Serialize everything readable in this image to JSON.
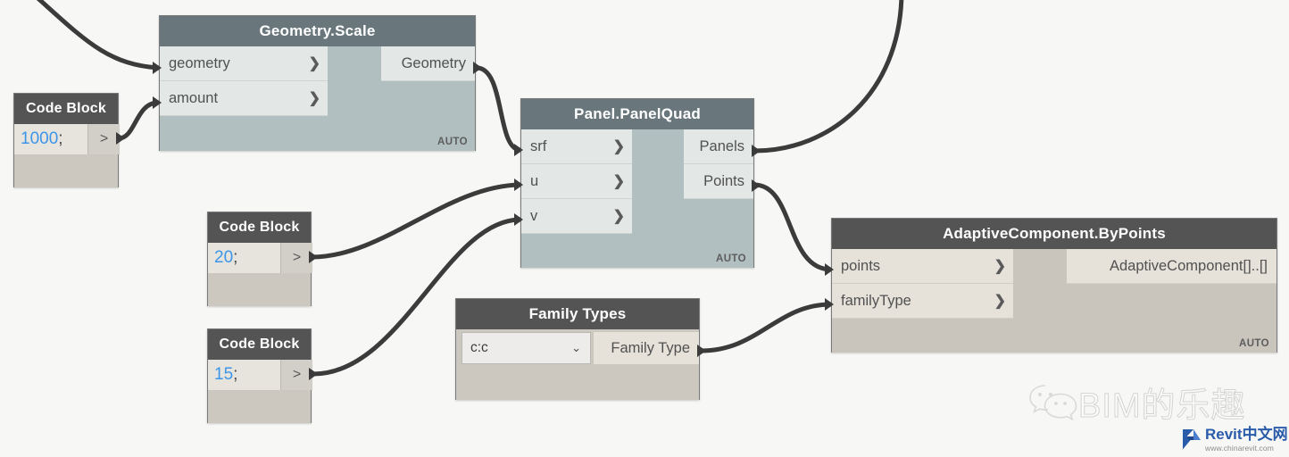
{
  "canvas": {
    "background_color": "#f7f7f5",
    "wire_color": "#3b3b3b"
  },
  "nodes": [
    {
      "id": "geometry-scale",
      "title": "Geometry.Scale",
      "header_color": "#69777d",
      "body_color": "#b2bfc0",
      "status": "AUTO",
      "inputs": [
        "geometry",
        "amount"
      ],
      "outputs": [
        "Geometry"
      ]
    },
    {
      "id": "code-block-1000",
      "title": "Code Block",
      "header_color": "#545454",
      "body_color": "#cdc8bf",
      "value": "1000",
      "terminator": ";",
      "out_label": ">"
    },
    {
      "id": "code-block-20",
      "title": "Code Block",
      "header_color": "#545454",
      "body_color": "#cdc8bf",
      "value": "20",
      "terminator": ";",
      "out_label": ">"
    },
    {
      "id": "code-block-15",
      "title": "Code Block",
      "header_color": "#545454",
      "body_color": "#cdc8bf",
      "value": "15",
      "terminator": ";",
      "out_label": ">"
    },
    {
      "id": "panel-panelquad",
      "title": "Panel.PanelQuad",
      "header_color": "#69777d",
      "body_color": "#b2bfc0",
      "status": "AUTO",
      "inputs": [
        "srf",
        "u",
        "v"
      ],
      "outputs": [
        "Panels",
        "Points"
      ]
    },
    {
      "id": "family-types",
      "title": "Family Types",
      "header_color": "#545454",
      "body_color": "#cdc8bf",
      "dropdown_value": "c:c",
      "dropdown_caret": "⌄",
      "outputs": [
        "Family Type"
      ]
    },
    {
      "id": "adaptive-component-bypoints",
      "title": "AdaptiveComponent.ByPoints",
      "header_color": "#545454",
      "body_color": "#c9c5bd",
      "status": "AUTO",
      "inputs": [
        "points",
        "familyType"
      ],
      "outputs": [
        "AdaptiveComponent[]..[]"
      ]
    }
  ],
  "port_chevron": "❯",
  "watermarks": {
    "wechat": {
      "icon": "wechat-icon",
      "text": "BIM的乐趣"
    },
    "revit": {
      "icon": "revit-logo-icon",
      "word": "Revit中文网",
      "url": "www.chinarevit.com",
      "color": "#2a5caa"
    }
  }
}
